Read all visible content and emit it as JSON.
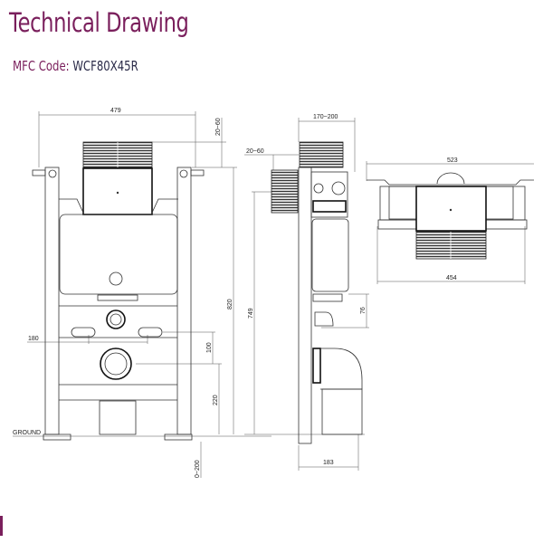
{
  "header": {
    "title": "Technical Drawing",
    "code_label": "MFC Code:",
    "code_value": "WCF80X45R"
  },
  "colors": {
    "accent": "#7a1f5c",
    "code_text": "#2a2a48"
  },
  "front_view": {
    "width": "479",
    "top_adjust": "20~60",
    "height_total": "820",
    "button_height": "100",
    "waste_height": "220",
    "leg_adjust": "0~200",
    "pipe_spacing": "180",
    "ground": "GROUND"
  },
  "side_view": {
    "depth": "170~200",
    "panel_adjust": "20~60",
    "height": "749",
    "drop": "76",
    "base_depth": "183"
  },
  "top_view": {
    "overall_width": "523",
    "frame_width": "454"
  }
}
